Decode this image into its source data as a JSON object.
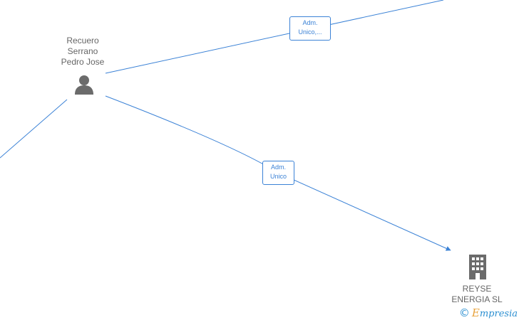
{
  "nodes": {
    "person": {
      "name_lines": [
        "Recuero",
        "Serrano",
        "Pedro Jose"
      ],
      "icon": "person-icon"
    },
    "company": {
      "name_lines": [
        "REYSE",
        "ENERGIA SL"
      ],
      "icon": "building-icon"
    }
  },
  "edges": {
    "top": {
      "label_lines": [
        "Adm.",
        "Unico,..."
      ]
    },
    "bottom": {
      "label_lines": [
        "Adm.",
        "Unico"
      ]
    }
  },
  "brand": {
    "copyright": "©",
    "first_letter": "E",
    "rest": "mpresia"
  },
  "colors": {
    "edge": "#3b82d6",
    "icon": "#6b6b6b",
    "text": "#666666"
  }
}
